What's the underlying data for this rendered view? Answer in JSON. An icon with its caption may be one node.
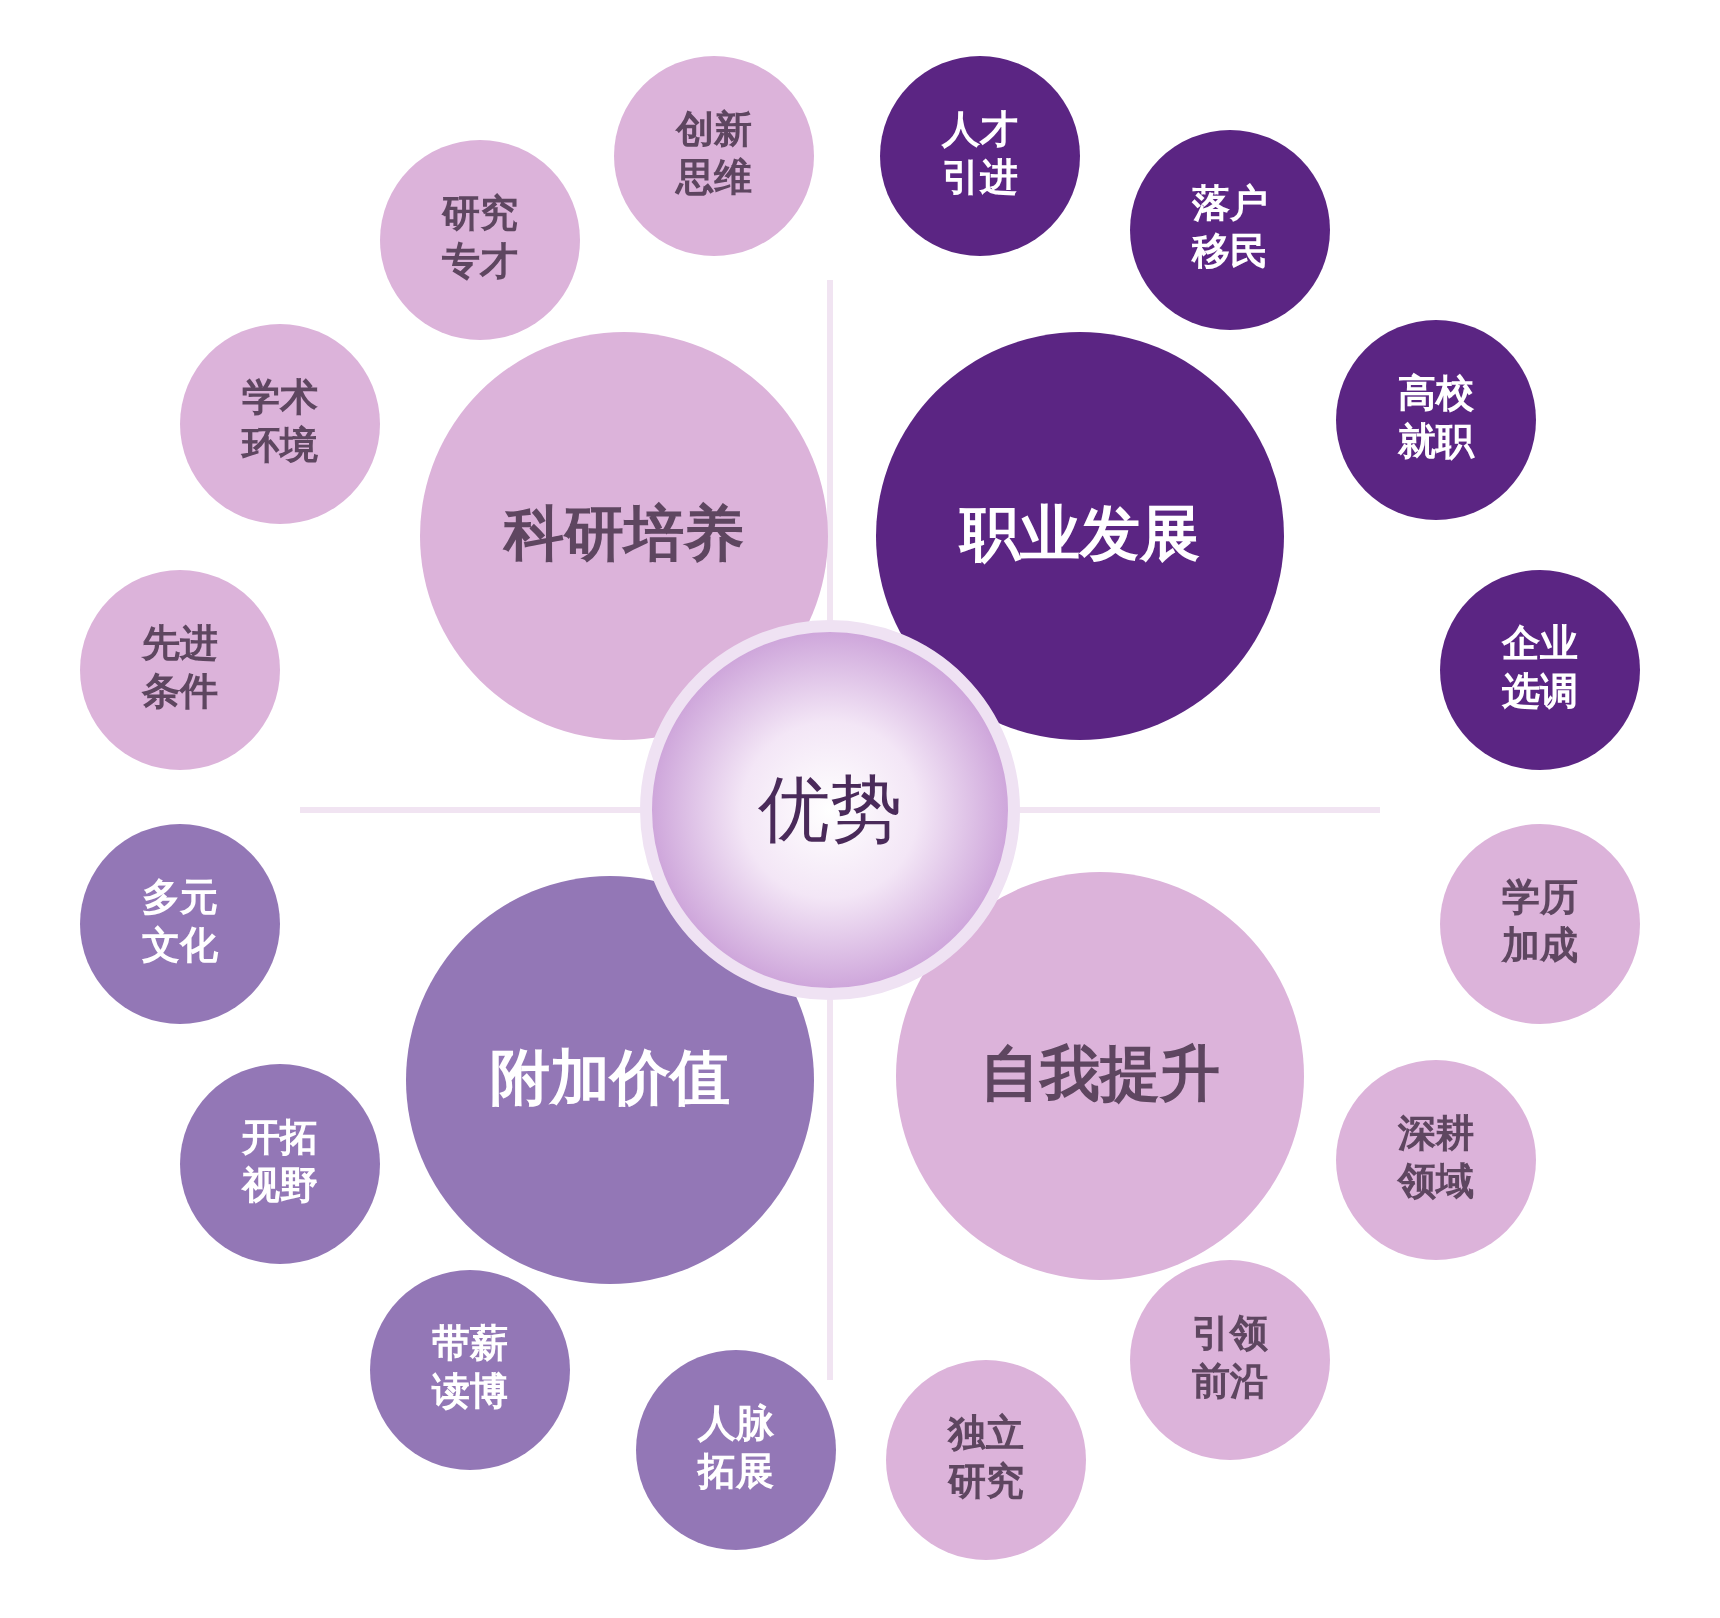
{
  "diagram": {
    "nodes": [
      {
        "text": [
          "优势"
        ]
      },
      {
        "text": [
          "科研培养"
        ]
      },
      {
        "text": [
          "职业发展"
        ]
      },
      {
        "text": [
          "附加价值"
        ]
      },
      {
        "text": [
          "自我提升"
        ]
      },
      {
        "text": [
          "创新思维"
        ]
      },
      {
        "text": [
          "人才引进"
        ]
      },
      {
        "text": [
          "研究专才"
        ]
      },
      {
        "text": [
          "落户移民"
        ]
      },
      {
        "text": [
          "学术环境"
        ]
      },
      {
        "text": [
          "高校就职"
        ]
      },
      {
        "text": [
          "先进条件"
        ]
      },
      {
        "text": [
          "企业选调"
        ]
      },
      {
        "text": [
          "多元文化"
        ]
      },
      {
        "text": [
          "学历加成"
        ]
      },
      {
        "text": [
          "开拓视野"
        ]
      },
      {
        "text": [
          "深耕领域"
        ]
      },
      {
        "text": [
          "带薪读博"
        ]
      },
      {
        "text": [
          "引领前沿"
        ]
      },
      {
        "text": [
          "人脉拓展"
        ]
      },
      {
        "text": [
          "独立研究"
        ]
      }
    ]
  }
}
